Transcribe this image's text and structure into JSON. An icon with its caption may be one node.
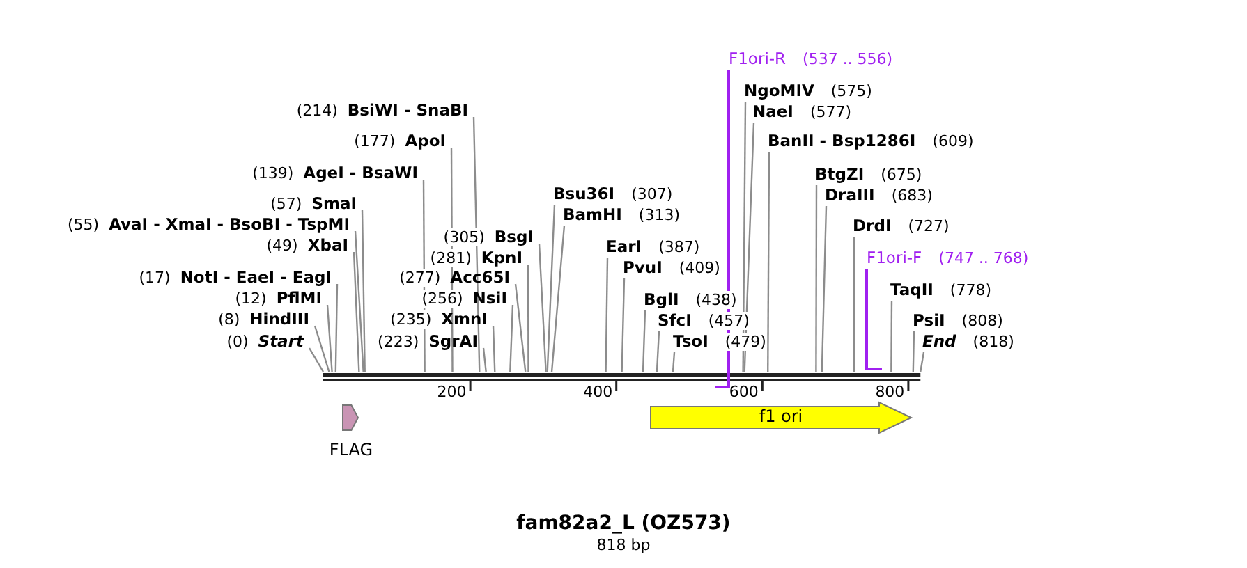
{
  "diagram": {
    "title": "fam82a2_L (OZ573)",
    "caption": "818 bp",
    "nodes": [
      {
        "text": [
          "(0)",
          "Start"
        ]
      },
      {
        "text": [
          "(8)",
          "HindIII"
        ]
      },
      {
        "text": [
          "(12)",
          "PflMI"
        ]
      },
      {
        "text": [
          "(17)",
          "NotI - EaeI - EagI"
        ]
      },
      {
        "text": [
          "(49)",
          "XbaI"
        ]
      },
      {
        "text": [
          "(55)",
          "AvaI - XmaI - BsoBI - TspMI"
        ]
      },
      {
        "text": [
          "(57)",
          "SmaI"
        ]
      },
      {
        "text": [
          "(139)",
          "AgeI - BsaWI"
        ]
      },
      {
        "text": [
          "(177)",
          "ApoI"
        ]
      },
      {
        "text": [
          "(214)",
          "BsiWI - SnaBI"
        ]
      },
      {
        "text": [
          "(223)",
          "SgrAI"
        ]
      },
      {
        "text": [
          "(235)",
          "XmnI"
        ]
      },
      {
        "text": [
          "(256)",
          "NsiI"
        ]
      },
      {
        "text": [
          "(277)",
          "Acc65I"
        ]
      },
      {
        "text": [
          "(281)",
          "KpnI"
        ]
      },
      {
        "text": [
          "(305)",
          "BsgI"
        ]
      },
      {
        "text": [
          "Bsu36I",
          "(307)"
        ]
      },
      {
        "text": [
          "BamHI",
          "(313)"
        ]
      },
      {
        "text": [
          "EarI",
          "(387)"
        ]
      },
      {
        "text": [
          "PvuI",
          "(409)"
        ]
      },
      {
        "text": [
          "BglI",
          "(438)"
        ]
      },
      {
        "text": [
          "SfcI",
          "(457)"
        ]
      },
      {
        "text": [
          "TsoI",
          "(479)"
        ]
      },
      {
        "text": [
          "F1ori-R",
          "(537 .. 556)"
        ]
      },
      {
        "text": [
          "NgoMIV",
          "(575)"
        ]
      },
      {
        "text": [
          "NaeI",
          "(577)"
        ]
      },
      {
        "text": [
          "BanII - Bsp1286I",
          "(609)"
        ]
      },
      {
        "text": [
          "BtgZI",
          "(675)"
        ]
      },
      {
        "text": [
          "DraIII",
          "(683)"
        ]
      },
      {
        "text": [
          "DrdI",
          "(727)"
        ]
      },
      {
        "text": [
          "F1ori-F",
          "(747 .. 768)"
        ]
      },
      {
        "text": [
          "TaqII",
          "(778)"
        ]
      },
      {
        "text": [
          "PsiI",
          "(808)"
        ]
      },
      {
        "text": [
          "End",
          "(818)"
        ]
      },
      {
        "text": [
          "FLAG"
        ]
      },
      {
        "text": [
          "f1 ori"
        ]
      },
      {
        "text": [],
        "shape": "bar"
      }
    ],
    "edges": [
      {
        "from": 0,
        "to": 36,
        "arrow": "none"
      },
      {
        "from": 1,
        "to": 36,
        "arrow": "none"
      },
      {
        "from": 2,
        "to": 36,
        "arrow": "none"
      },
      {
        "from": 3,
        "to": 36,
        "arrow": "none"
      },
      {
        "from": 4,
        "to": 36,
        "arrow": "none"
      },
      {
        "from": 5,
        "to": 36,
        "arrow": "none"
      },
      {
        "from": 6,
        "to": 36,
        "arrow": "none"
      },
      {
        "from": 7,
        "to": 36,
        "arrow": "none"
      },
      {
        "from": 8,
        "to": 36,
        "arrow": "none"
      },
      {
        "from": 9,
        "to": 36,
        "arrow": "none"
      },
      {
        "from": 10,
        "to": 36,
        "arrow": "none"
      },
      {
        "from": 11,
        "to": 36,
        "arrow": "none"
      },
      {
        "from": 12,
        "to": 36,
        "arrow": "none"
      },
      {
        "from": 13,
        "to": 36,
        "arrow": "none"
      },
      {
        "from": 14,
        "to": 36,
        "arrow": "none"
      },
      {
        "from": 15,
        "to": 36,
        "arrow": "none"
      },
      {
        "from": 16,
        "to": 36,
        "arrow": "none"
      },
      {
        "from": 17,
        "to": 36,
        "arrow": "none"
      },
      {
        "from": 18,
        "to": 36,
        "arrow": "none"
      },
      {
        "from": 19,
        "to": 36,
        "arrow": "none"
      },
      {
        "from": 20,
        "to": 36,
        "arrow": "none"
      },
      {
        "from": 21,
        "to": 36,
        "arrow": "none"
      },
      {
        "from": 22,
        "to": 36,
        "arrow": "none"
      },
      {
        "from": 23,
        "to": 36,
        "arrow": "none",
        "color": "#a020f0"
      },
      {
        "from": 24,
        "to": 36,
        "arrow": "none"
      },
      {
        "from": 25,
        "to": 36,
        "arrow": "none"
      },
      {
        "from": 26,
        "to": 36,
        "arrow": "none"
      },
      {
        "from": 27,
        "to": 36,
        "arrow": "none"
      },
      {
        "from": 28,
        "to": 36,
        "arrow": "none"
      },
      {
        "from": 29,
        "to": 36,
        "arrow": "none"
      },
      {
        "from": 30,
        "to": 36,
        "arrow": "none",
        "color": "#a020f0"
      },
      {
        "from": 31,
        "to": 36,
        "arrow": "none"
      },
      {
        "from": 32,
        "to": 36,
        "arrow": "none"
      },
      {
        "from": 33,
        "to": 36,
        "arrow": "none"
      }
    ],
    "labels": [
      "200",
      "400",
      "600",
      "800"
    ]
  }
}
